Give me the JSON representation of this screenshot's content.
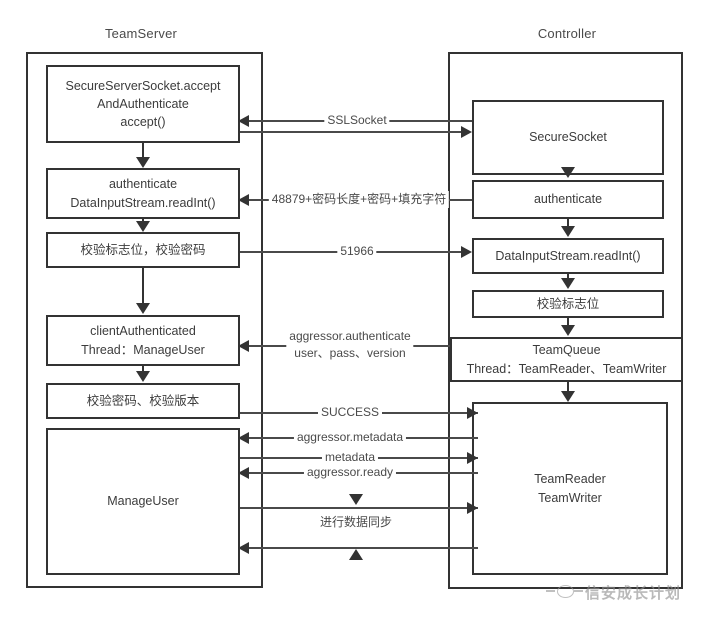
{
  "diagram": {
    "title_left": "TeamServer",
    "title_right": "Controller",
    "watermark": "信安成长计划"
  },
  "left_lane": {
    "nodes": [
      {
        "id": "secure-server-socket",
        "label": "SecureServerSocket.accept\nAndAuthenticate\naccept()"
      },
      {
        "id": "authenticate-readint",
        "label": "authenticate\nDataInputStream.readInt()"
      },
      {
        "id": "verify-flag-password",
        "label": "校验标志位，校验密码"
      },
      {
        "id": "client-authenticated",
        "label": "clientAuthenticated\nThread：ManageUser"
      },
      {
        "id": "verify-password-version",
        "label": "校验密码、校验版本"
      },
      {
        "id": "manage-user",
        "label": "ManageUser"
      }
    ]
  },
  "right_lane": {
    "nodes": [
      {
        "id": "secure-socket",
        "label": "SecureSocket"
      },
      {
        "id": "authenticate",
        "label": "authenticate"
      },
      {
        "id": "datainputstream-readint",
        "label": "DataInputStream.readInt()"
      },
      {
        "id": "verify-flag",
        "label": "校验标志位"
      },
      {
        "id": "team-queue",
        "label": "TeamQueue\nThread：TeamReader、TeamWriter"
      },
      {
        "id": "team-reader-writer",
        "label": "TeamReader\nTeamWriter"
      }
    ]
  },
  "messages": [
    {
      "id": "sslsocket",
      "label": "SSLSocket",
      "direction": "left"
    },
    {
      "id": "sslsocket-return",
      "label": "",
      "direction": "right"
    },
    {
      "id": "passwd-packet",
      "label": "48879+密码长度+密码+填充字符",
      "direction": "left"
    },
    {
      "id": "code-51966",
      "label": "51966",
      "direction": "right"
    },
    {
      "id": "aggressor-authenticate",
      "label": "aggressor.authenticate\nuser、pass、version",
      "direction": "left"
    },
    {
      "id": "success",
      "label": "SUCCESS",
      "direction": "right"
    },
    {
      "id": "aggressor-metadata",
      "label": "aggressor.metadata",
      "direction": "left"
    },
    {
      "id": "metadata",
      "label": "metadata",
      "direction": "right"
    },
    {
      "id": "aggressor-ready",
      "label": "aggressor.ready",
      "direction": "left"
    },
    {
      "id": "data-sync-out",
      "label": "",
      "direction": "right"
    },
    {
      "id": "data-sync",
      "label": "进行数据同步",
      "direction": "none"
    },
    {
      "id": "data-sync-in",
      "label": "",
      "direction": "left"
    }
  ],
  "colors": {
    "stroke": "#333333",
    "text": "#3c3c3c",
    "background": "#ffffff",
    "watermark": "#9a9a9a"
  }
}
